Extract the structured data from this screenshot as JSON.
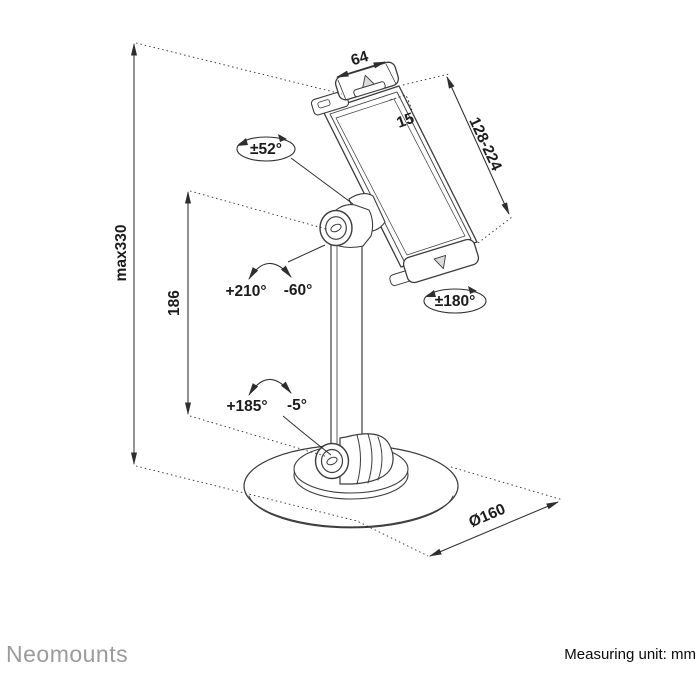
{
  "diagram": {
    "title_hint": "tablet desk stand technical drawing",
    "dimensions": {
      "max_height": "max330",
      "arm_height": "186",
      "holder_width": "64",
      "holder_depth": "15",
      "holder_length_range": "128-224",
      "base_diameter": "Ø160"
    },
    "rotations": {
      "holder_tilt": "±52°",
      "mid_joint_positive": "+210°",
      "mid_joint_negative": "-60°",
      "holder_rotation": "±180°",
      "base_joint_positive": "+185°",
      "base_joint_negative": "-5°"
    },
    "colors": {
      "line": "#3c3c3c",
      "text": "#1c1c1c",
      "brand_gray": "#9b9b9b"
    }
  },
  "footer": {
    "brand": "Neomounts",
    "measuring_unit": "Measuring unit: mm"
  }
}
